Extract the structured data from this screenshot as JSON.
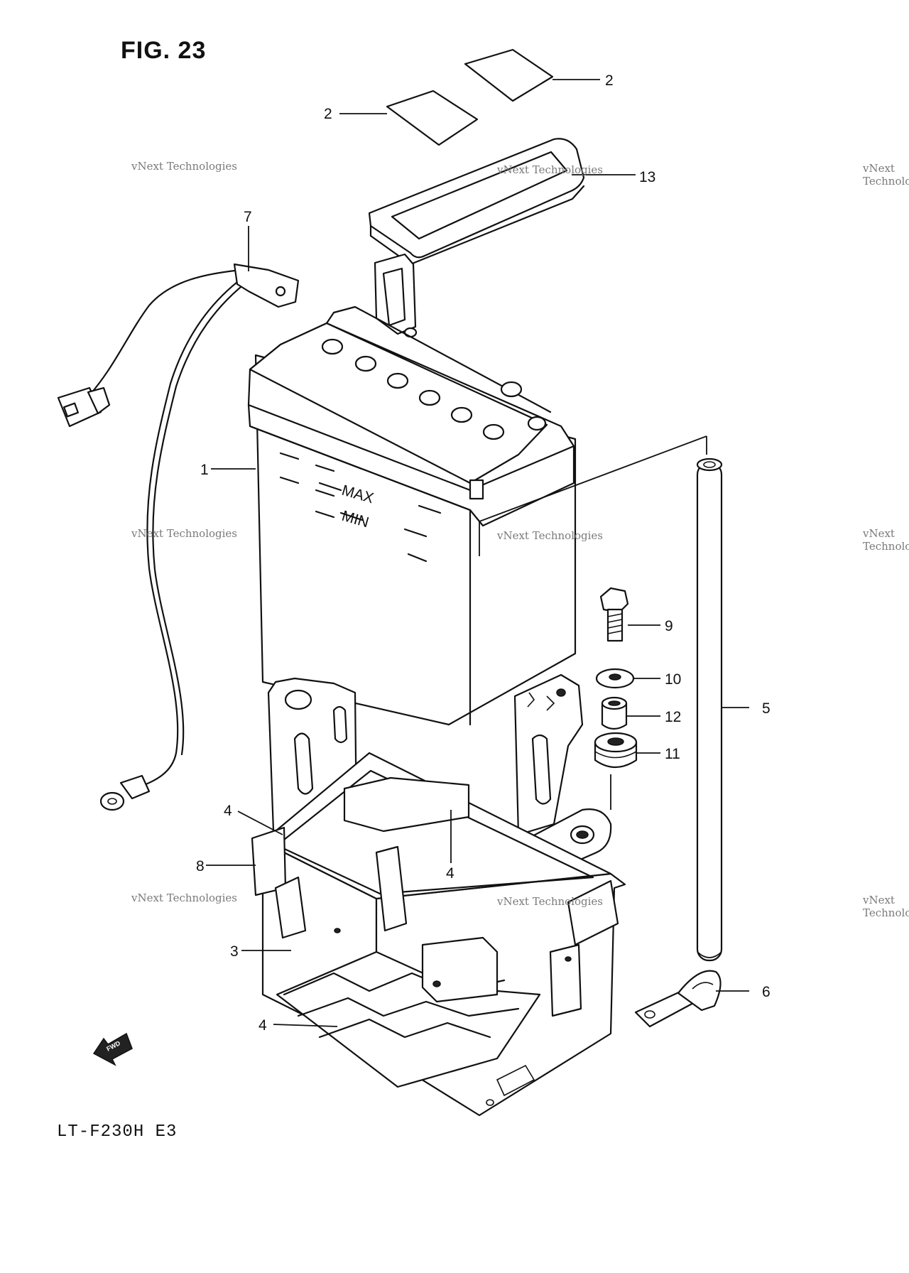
{
  "figure": {
    "title": "FIG. 23",
    "model": "LT-F230H E3"
  },
  "watermark": {
    "line1": "vNext Technologies",
    "line2": "vNext\nTechnologies"
  },
  "battery": {
    "max_label": "MAX",
    "min_label": "MIN"
  },
  "fwd_label": "FWD",
  "callouts": [
    {
      "id": "c-2a",
      "text": "2"
    },
    {
      "id": "c-2b",
      "text": "2"
    },
    {
      "id": "c-13",
      "text": "13"
    },
    {
      "id": "c-7",
      "text": "7"
    },
    {
      "id": "c-1",
      "text": "1"
    },
    {
      "id": "c-9",
      "text": "9"
    },
    {
      "id": "c-10",
      "text": "10"
    },
    {
      "id": "c-12",
      "text": "12"
    },
    {
      "id": "c-11",
      "text": "11"
    },
    {
      "id": "c-5",
      "text": "5"
    },
    {
      "id": "c-4a",
      "text": "4"
    },
    {
      "id": "c-4b",
      "text": "4"
    },
    {
      "id": "c-8",
      "text": "8"
    },
    {
      "id": "c-3",
      "text": "3"
    },
    {
      "id": "c-4c",
      "text": "4"
    },
    {
      "id": "c-6",
      "text": "6"
    }
  ]
}
